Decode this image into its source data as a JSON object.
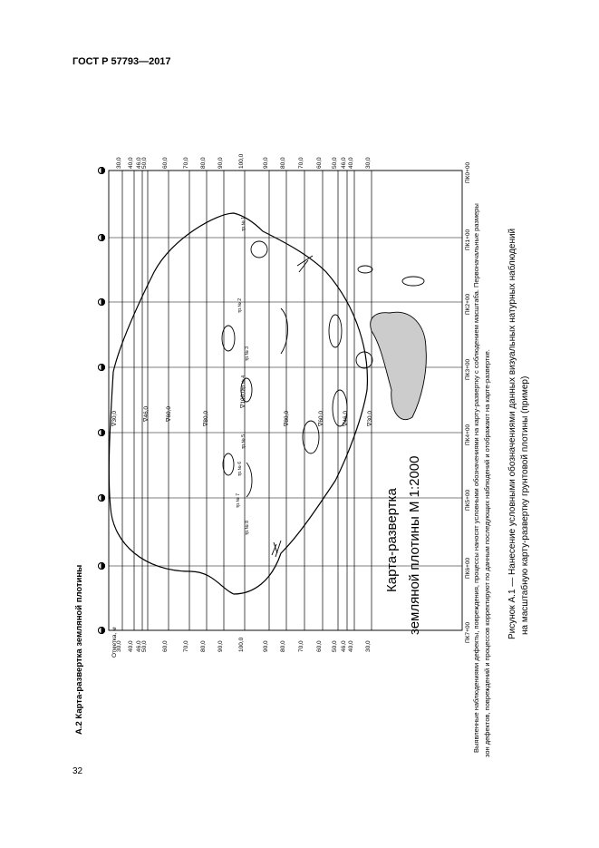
{
  "header": {
    "standard": "ГОСТ Р 57793—2017"
  },
  "page_number": "32",
  "section_title": "А.2 Карта-развертка земляной плотины",
  "notes": {
    "line1": "Выявленные наблюдениями дефекты, повреждения, процессы наносят условными обозначениями на карту-развертку с соблюдением масштаба. Первоначальные размеры",
    "line2": "зон дефектов, повреждений и процессов корректируют по данным последующих наблюдений и отображают на карте-развертке."
  },
  "caption": {
    "line1": "Рисунок А.1 — Нанесение условными обозначениями данных визуальных натурных наблюдений",
    "line2": "на масштабную карту-развертку грунтовой плотины (пример)"
  },
  "map": {
    "title_line1": "Карта-развертка",
    "title_line2": "земляной плотины М 1:2000",
    "elevation_header": "Отметка, м",
    "elevation_labels": [
      "30,0",
      "40,0",
      "46,0",
      "50,0",
      "60,0",
      "70,0",
      "80,0",
      "90,0",
      "100,0",
      "90,0",
      "80,0",
      "70,0",
      "60,0",
      "50,0",
      "46,0",
      "40,0",
      "30,0"
    ],
    "right_elevation_labels": [
      "30,0",
      "40,0",
      "46,0",
      "50,0",
      "60,0",
      "70,0",
      "80,0",
      "90,0",
      "100,0",
      "90,0",
      "80,0",
      "70,0",
      "60,0",
      "50,0",
      "46,0",
      "40,0",
      "30,0"
    ],
    "pickets": [
      "ПК0+00",
      "ПК1+00",
      "ПК2+00",
      "ПК3+00",
      "ПК4+00",
      "ПК5+00",
      "ПК6+00",
      "ПК7+00"
    ],
    "level_marks": [
      "∇30,0",
      "∇46,0",
      "∇60,0",
      "∇80,0",
      "∇100,0",
      "∇80,0",
      "∇60,0",
      "∇46,0",
      "∇30,0"
    ],
    "pipe_labels": [
      "тр.№ 1",
      "тр.№ 2",
      "тр.№ 3",
      "тр.№ 4",
      "тр.№ 5",
      "тр.№ 6",
      "тр.№ 7",
      "тр.№ 8"
    ]
  }
}
